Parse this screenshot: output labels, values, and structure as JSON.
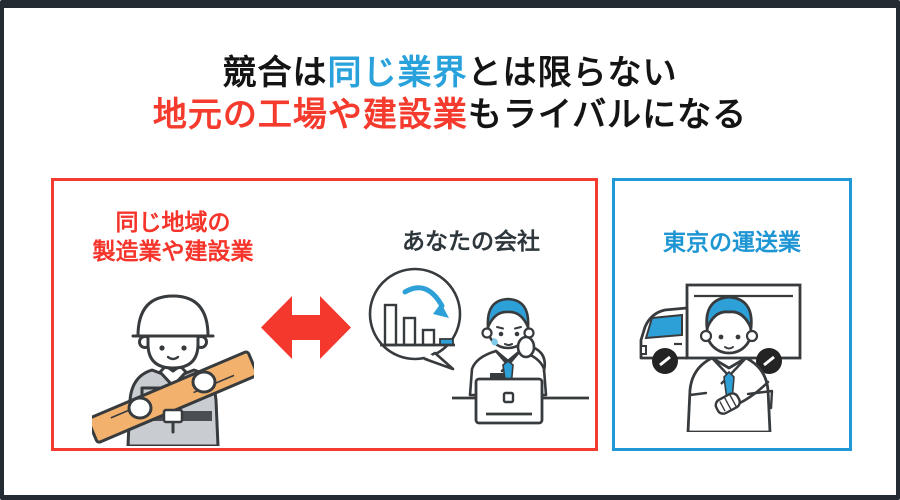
{
  "frame": {
    "border_color": "#232c32",
    "background": "#ffffff"
  },
  "title": {
    "line1_part1": "競合は",
    "line1_part2": "同じ業界",
    "line1_part3": "とは限らない",
    "line2_part1": "地元の工場や建設業",
    "line2_part2": "もライバルになる",
    "text_color": "#141414",
    "highlight_blue": "#29a2dc",
    "highlight_red": "#f53a2e"
  },
  "left_box": {
    "border_color": "#f43b30",
    "competitor_label_line1": "同じ地域の",
    "competitor_label_line2": "製造業や建設業",
    "competitor_label_color": "#f5352b",
    "company_label": "あなたの会社",
    "company_label_color": "#2e373c",
    "arrow_color": "#f5382e",
    "icons": [
      {
        "name": "construction-worker-icon"
      },
      {
        "name": "double-arrow-icon"
      },
      {
        "name": "declining-chart-bubble-icon"
      },
      {
        "name": "worried-businessman-laptop-icon"
      }
    ]
  },
  "right_box": {
    "border_color": "#2097d6",
    "label": "東京の運送業",
    "label_color": "#1e96d4",
    "icons": [
      {
        "name": "delivery-truck-driver-icon"
      }
    ]
  },
  "illustration_colors": {
    "outline": "#383b3e",
    "accent_blue": "#2da0d8",
    "jacket_gray": "#c9cdd1",
    "plank_orange": "#f2b26d",
    "wheel_black": "#242424"
  }
}
